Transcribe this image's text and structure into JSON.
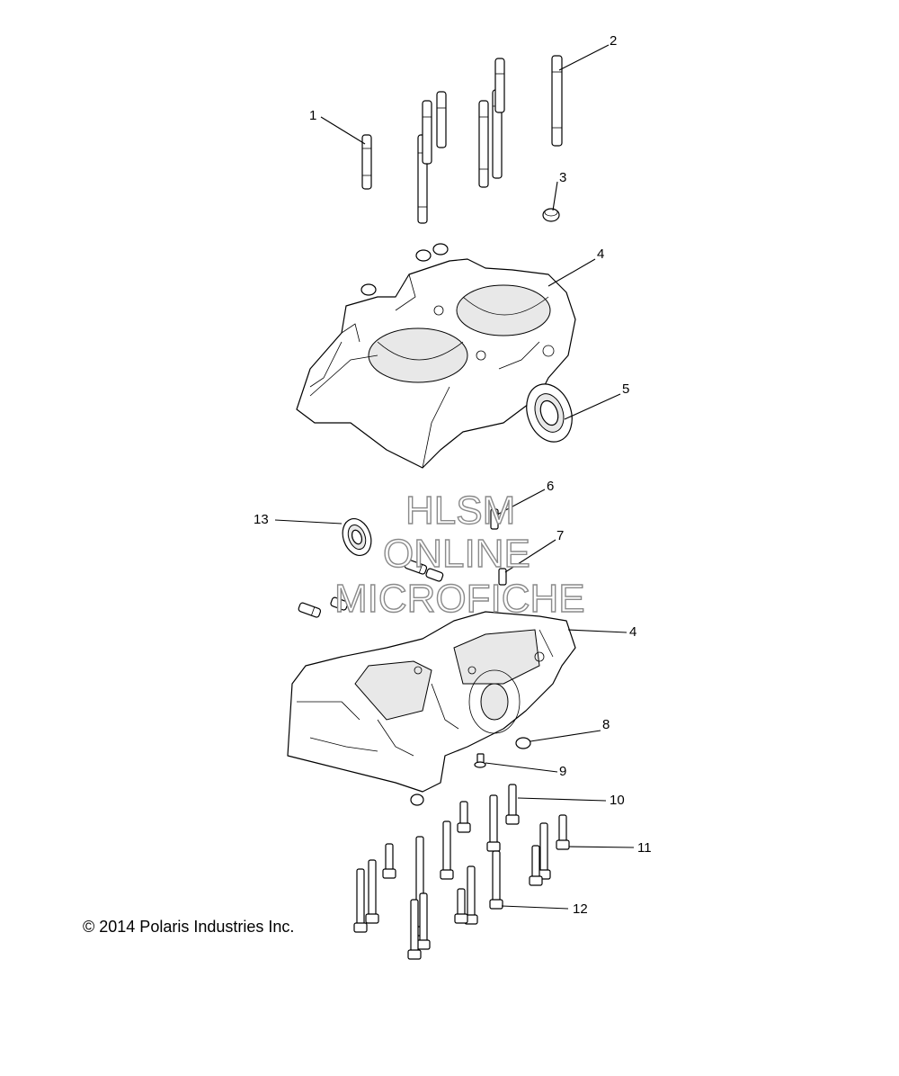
{
  "diagram": {
    "callouts": [
      {
        "id": "c1",
        "label": "1"
      },
      {
        "id": "c2",
        "label": "2"
      },
      {
        "id": "c3",
        "label": "3"
      },
      {
        "id": "c4a",
        "label": "4"
      },
      {
        "id": "c5",
        "label": "5"
      },
      {
        "id": "c6",
        "label": "6"
      },
      {
        "id": "c7",
        "label": "7"
      },
      {
        "id": "c13",
        "label": "13"
      },
      {
        "id": "c4b",
        "label": "4"
      },
      {
        "id": "c8",
        "label": "8"
      },
      {
        "id": "c9",
        "label": "9"
      },
      {
        "id": "c10",
        "label": "10"
      },
      {
        "id": "c11",
        "label": "11"
      },
      {
        "id": "c12",
        "label": "12"
      }
    ],
    "watermark": [
      "HLSM",
      "ONLINE",
      "MICROFICHE"
    ]
  },
  "footer": {
    "copyright": "© 2014 Polaris Industries Inc."
  },
  "colors": {
    "line": "#000000",
    "background": "#ffffff",
    "watermark_outline": "#8a8a8a"
  }
}
